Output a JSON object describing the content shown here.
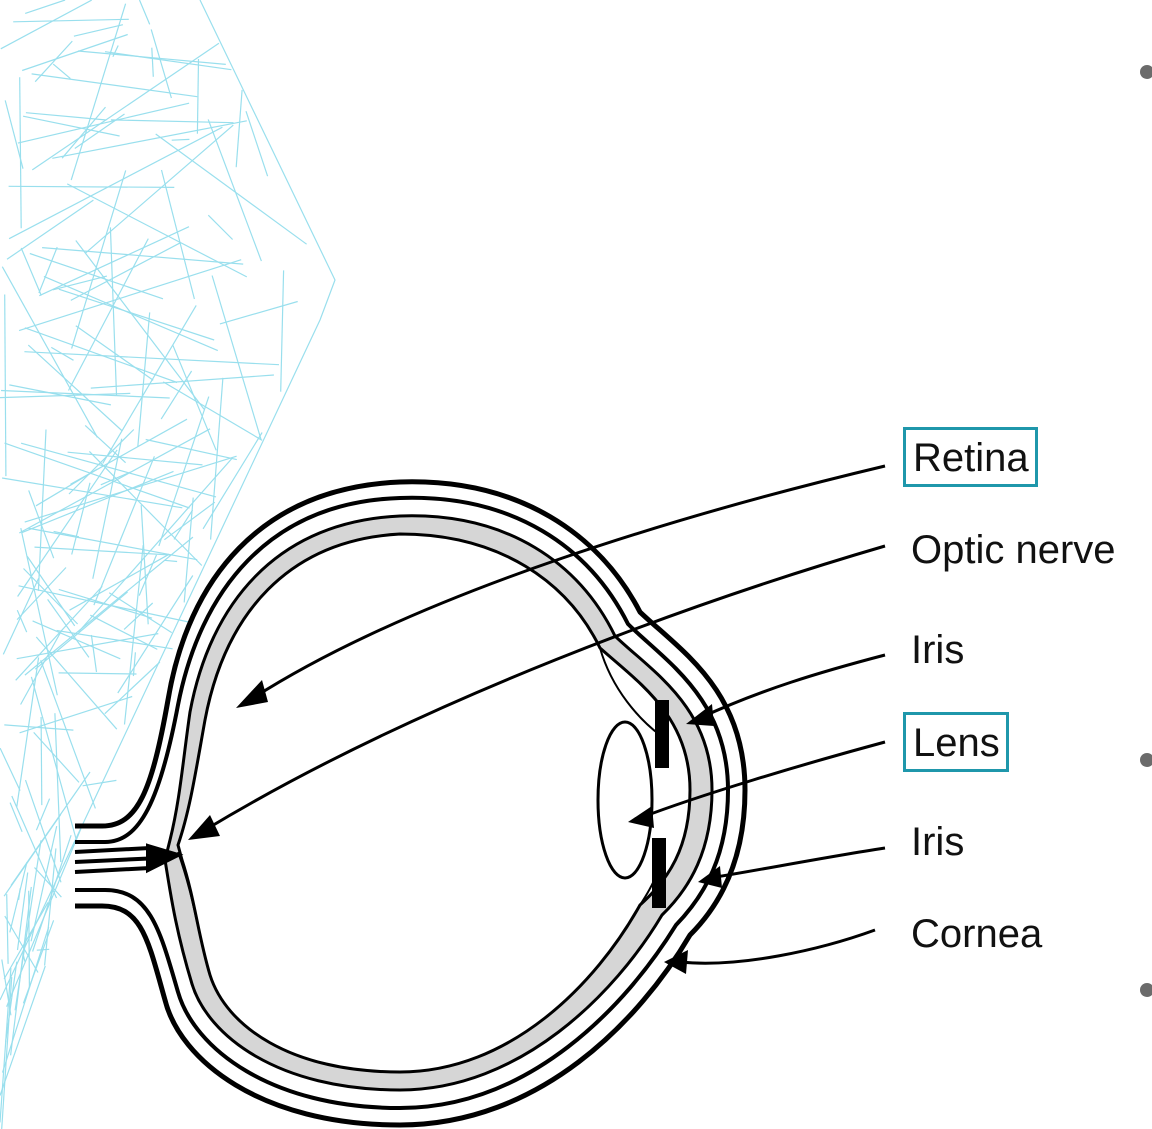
{
  "labels": {
    "retina": "Retina",
    "optic_nerve": "Optic nerve",
    "iris_top": "Iris",
    "lens": "Lens",
    "iris_bottom": "Iris",
    "cornea": "Cornea"
  },
  "highlighted": [
    "Retina",
    "Lens"
  ],
  "colors": {
    "highlight_box": "#1f97ab",
    "background_pattern": "#8fdcec",
    "eye_layer_fill": "#d6d6d6",
    "line": "#000000",
    "bullet": "#6b6b6b"
  }
}
